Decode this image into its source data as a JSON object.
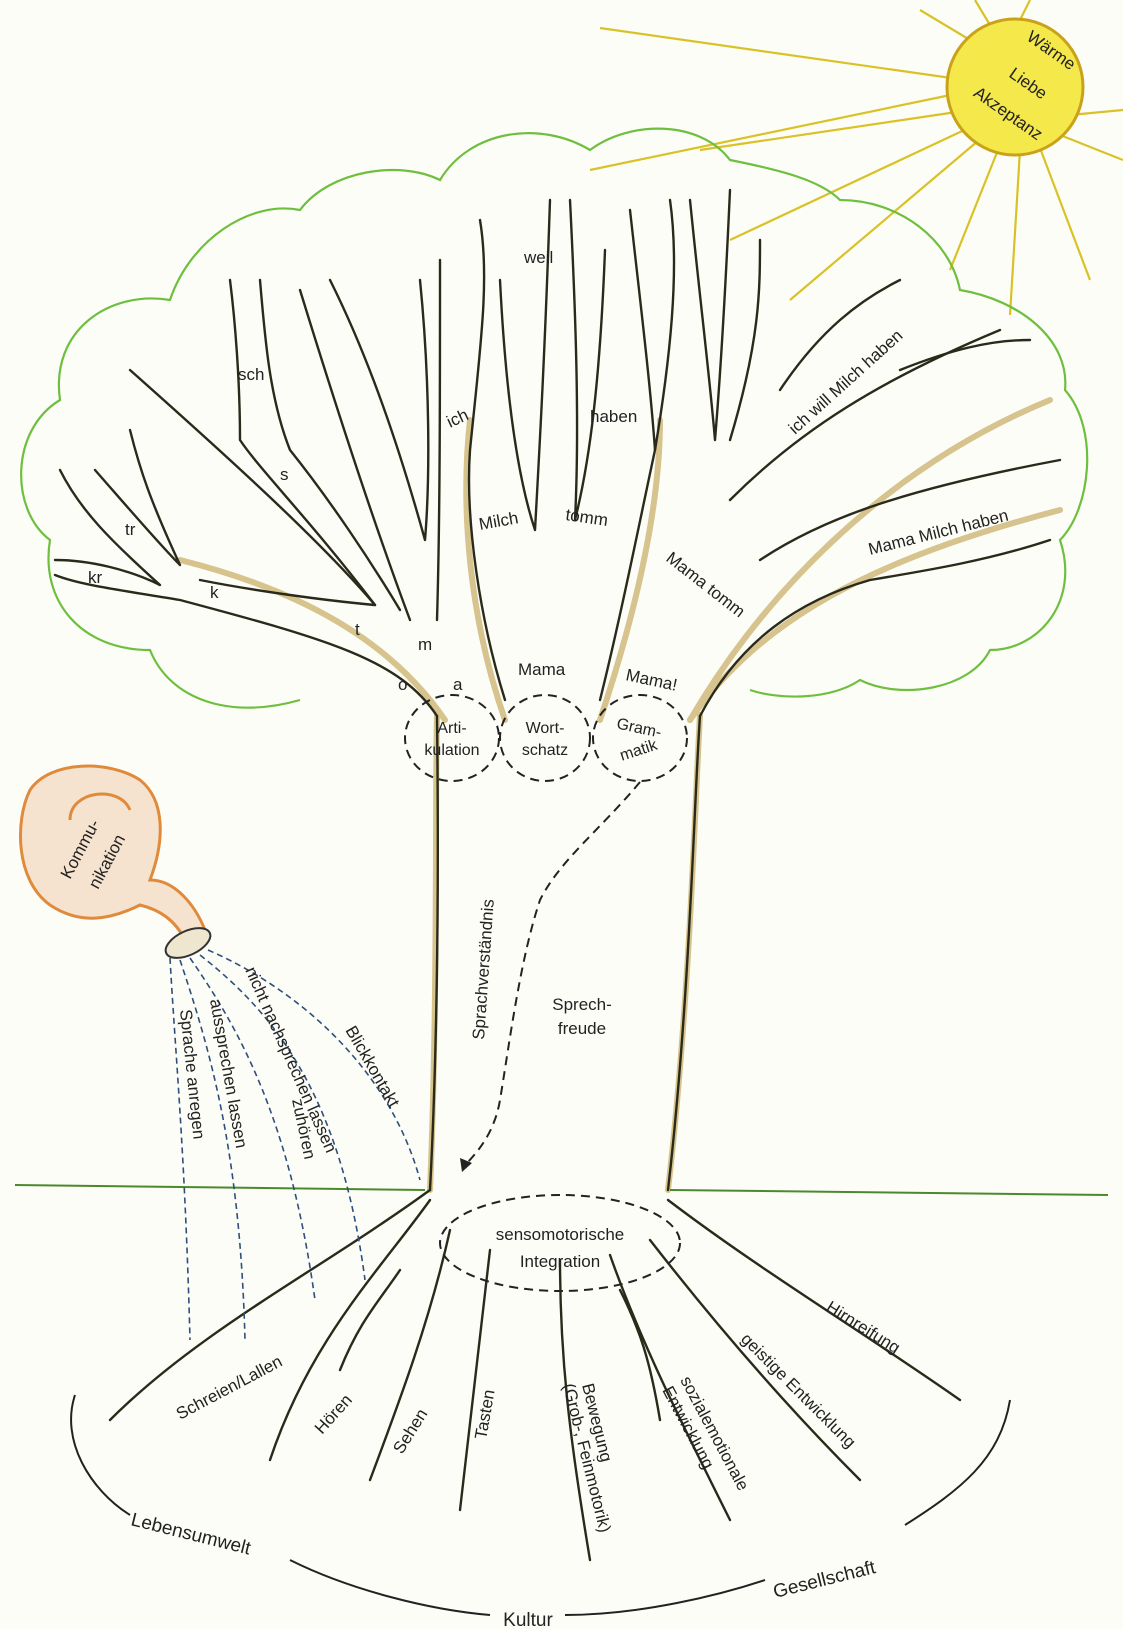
{
  "sun": {
    "lines": [
      "Wärme",
      "Liebe",
      "Akzeptanz"
    ]
  },
  "canopy": {
    "sounds": [
      "sch",
      "s",
      "tr",
      "kr",
      "k",
      "t",
      "m",
      "o",
      "a"
    ],
    "words": [
      "weil",
      "ich",
      "haben",
      "Milch",
      "tomm",
      "Mama"
    ],
    "sentences": [
      "ich will Milch haben",
      "Mama Milch haben",
      "Mama tomm",
      "Mama!"
    ]
  },
  "branches": {
    "articulation": [
      "Arti-",
      "kulation"
    ],
    "vocabulary": [
      "Wort-",
      "schatz"
    ],
    "grammar": [
      "Gram-",
      "matik"
    ]
  },
  "trunk": {
    "comprehension": "Sprachverständnis",
    "joy": [
      "Sprech-",
      "freude"
    ]
  },
  "base": [
    "sensomotorische",
    "Integration"
  ],
  "can": [
    "Kommu-",
    "nikation"
  ],
  "water_streams": [
    "Sprache anregen",
    "aussprechen lassen",
    "zuhören",
    "nicht nachsprechen lassen",
    "Blickkontakt"
  ],
  "roots": [
    "Schreien/Lallen",
    "Hören",
    "Sehen",
    "Tasten",
    "Bewegung",
    "(Grob-, Feinmotorik)",
    "sozialemotionale",
    "Entwicklung",
    "geistige Entwicklung",
    "Hirnreifung"
  ],
  "environment": [
    "Lebensumwelt",
    "Kultur",
    "Gesellschaft"
  ],
  "colors": {
    "foliage": "#6fbf3f",
    "sun_fill": "#f4e84a",
    "sun_stroke": "#c9a21a",
    "can": "#e08a3c",
    "water": "#2e4f7a",
    "bark_shade": "#c9b06a"
  }
}
